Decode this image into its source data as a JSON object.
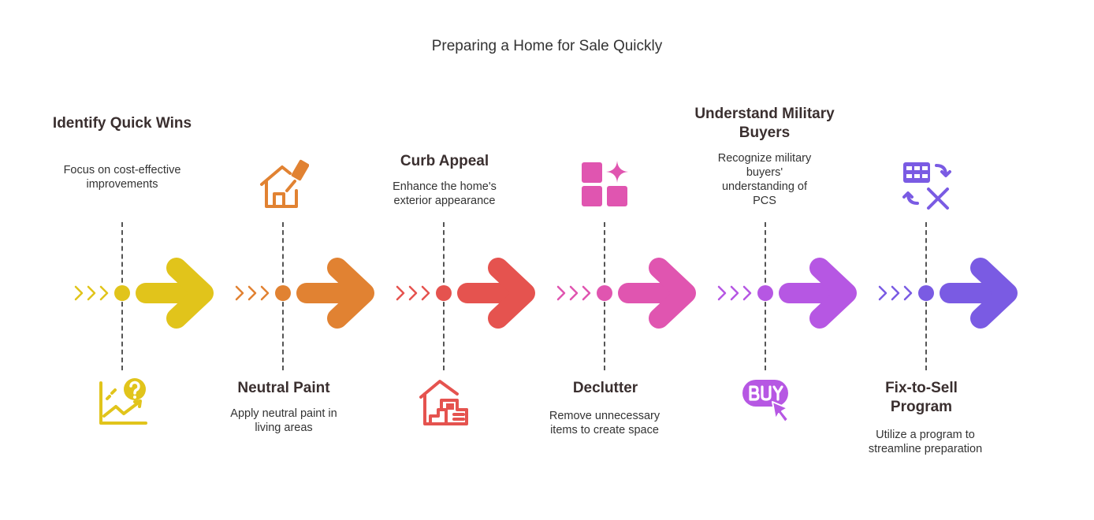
{
  "title": "Preparing a Home for Sale Quickly",
  "colors": {
    "step1": "#e1c41b",
    "step2": "#e18232",
    "step3": "#e5534f",
    "step4": "#e055b0",
    "step5": "#b657e3",
    "step6": "#7a5be3",
    "line": "#555555",
    "heading_text": "#3a2f2f"
  },
  "steps": [
    {
      "heading": "Identify Quick Wins",
      "description": "Focus on cost-effective improvements",
      "icon": "chart-question-icon"
    },
    {
      "heading": "Neutral Paint",
      "description": "Apply neutral paint in living areas",
      "icon": "house-paintbrush-icon"
    },
    {
      "heading": "Curb Appeal",
      "description": "Enhance the home's exterior appearance",
      "icon": "house-exterior-icon"
    },
    {
      "heading": "Declutter",
      "description": "Remove unnecessary items to create space",
      "icon": "organize-grid-icon"
    },
    {
      "heading": "Understand Military Buyers",
      "description": "Recognize military buyers' understanding of PCS",
      "icon": "buy-cursor-icon"
    },
    {
      "heading": "Fix-to-Sell Program",
      "description": "Utilize a program to streamline preparation",
      "icon": "table-transform-icon"
    }
  ]
}
